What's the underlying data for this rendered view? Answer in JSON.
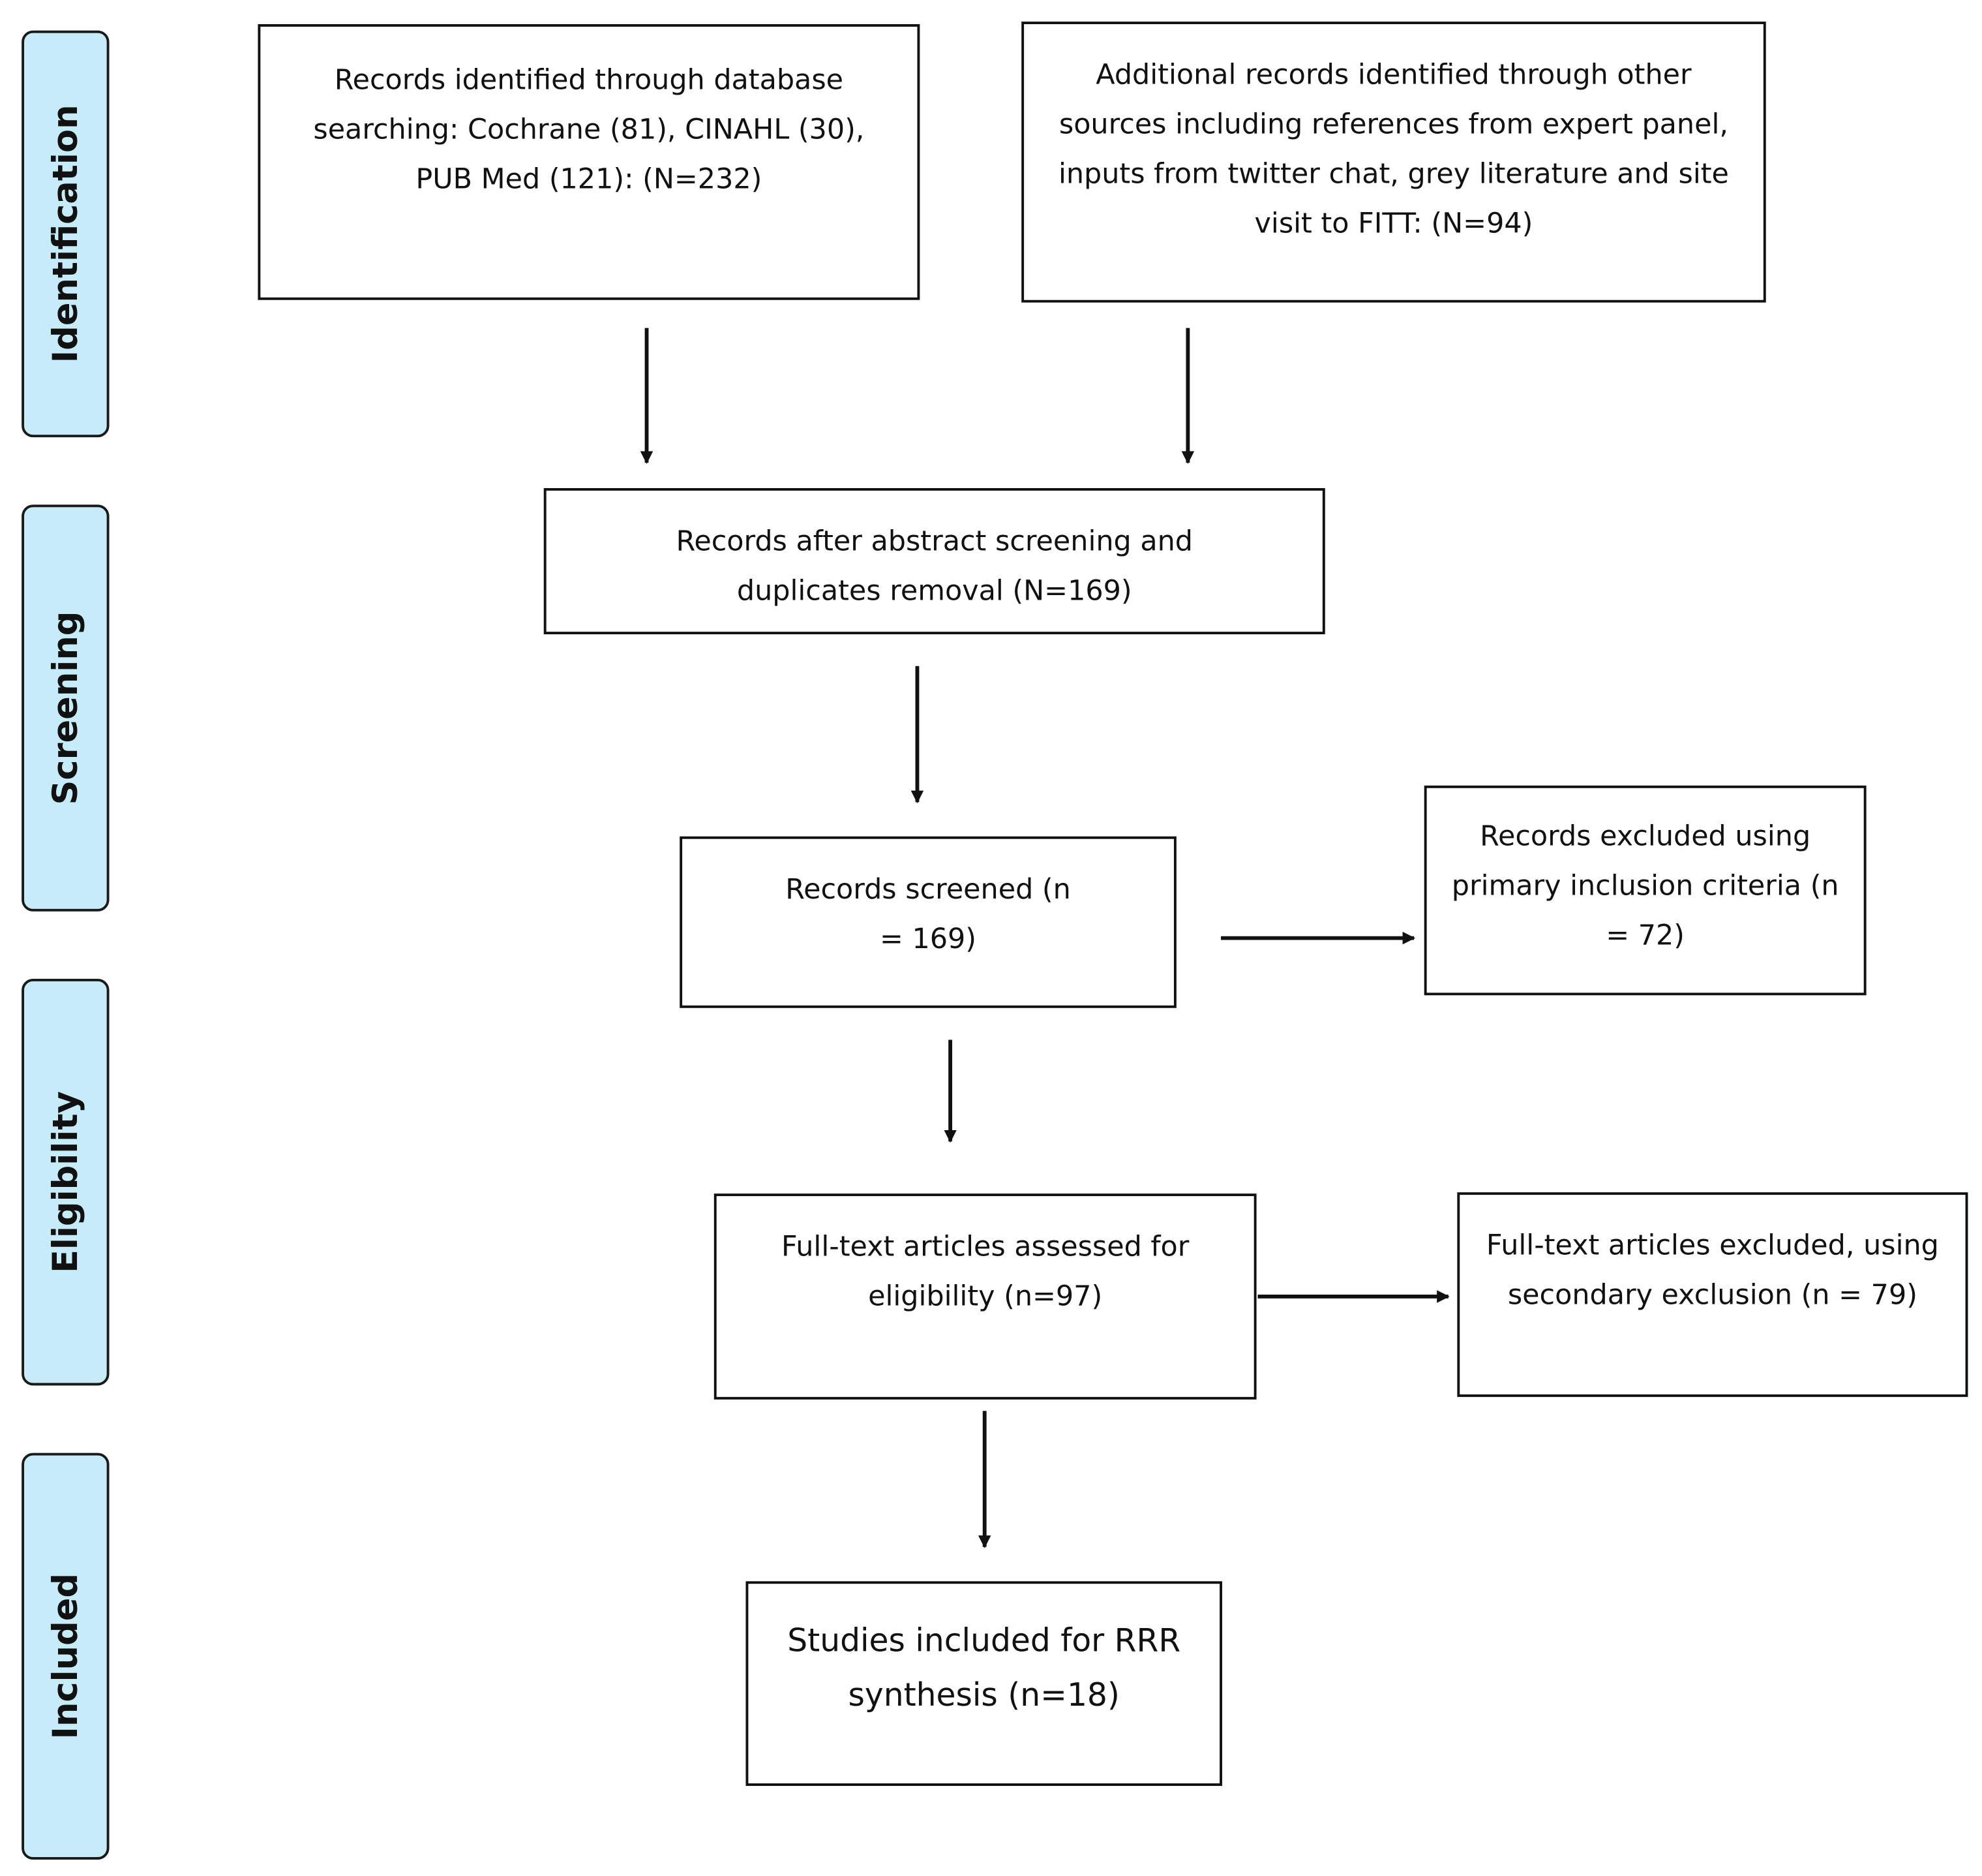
{
  "phases": [
    {
      "id": "identification",
      "label": "Identification"
    },
    {
      "id": "screening",
      "label": "Screening"
    },
    {
      "id": "eligibility",
      "label": "Eligibility"
    },
    {
      "id": "included",
      "label": "Included"
    }
  ],
  "boxes": {
    "database_search": "Records identified through database searching: Cochrane (81), CINAHL (30), PUB Med (121): (N=232)",
    "other_sources": "Additional records identified through other sources including references from expert panel, inputs from twitter chat, grey literature and site visit to FITT: (N=94)",
    "after_screening": "Records after abstract screening and duplicates removal (N=169)",
    "screened": "Records screened (n = 169)",
    "excluded_primary": "Records excluded using primary inclusion criteria (n = 72)",
    "fulltext_assessed": "Full-text articles assessed for eligibility (n=97)",
    "fulltext_excluded": "Full-text articles excluded, using secondary exclusion (n = 79)",
    "included": "Studies included for RRR synthesis (n=18)"
  },
  "colors": {
    "phase_fill": "#c6ecfa",
    "line": "#111111"
  }
}
